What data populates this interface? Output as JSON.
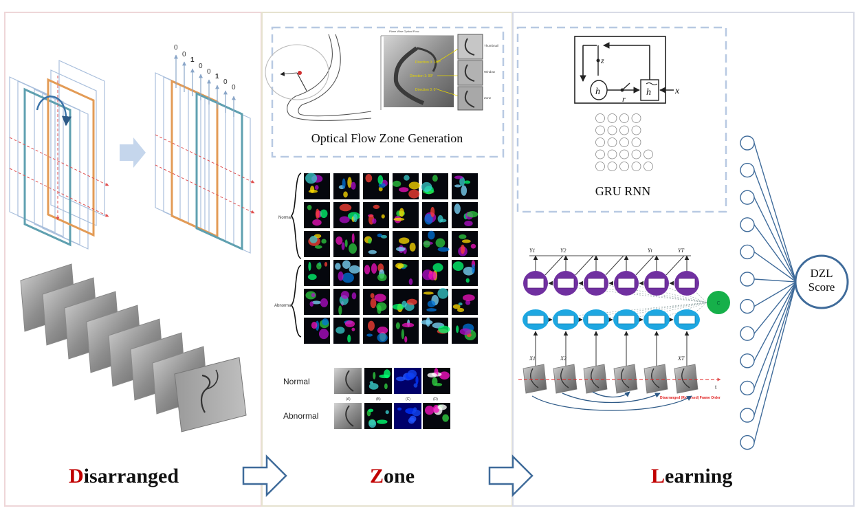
{
  "panels": {
    "disarranged": {
      "initial": "D",
      "rest": "isarranged"
    },
    "zone": {
      "initial": "Z",
      "rest": "one"
    },
    "learning": {
      "initial": "L",
      "rest": "earning"
    }
  },
  "zone": {
    "optical_flow_title": "Optical Flow Zone Generation",
    "optical_flow_chart_title": "Plane Wise Optical Flow",
    "flow_directions": [
      "Direction  0: 180°",
      "Direction  1: 90°",
      "Direction  3: 0°"
    ],
    "flow_patch_labels": [
      "Thumbnail",
      "Window",
      "Zone"
    ],
    "grid_labels": [
      "Normal",
      "Abnormal"
    ],
    "comparison_rows": [
      "Normal",
      "Abnormal"
    ],
    "comparison_cols": [
      "(A)",
      "(B)",
      "(C)",
      "(D)"
    ]
  },
  "disarranged": {
    "order_digits": [
      "0",
      "0",
      "1",
      "0",
      "0",
      "1",
      "0",
      "0"
    ]
  },
  "learning": {
    "gru_title": "GRU RNN",
    "gru_symbols": {
      "z": "z",
      "h": "h",
      "r": "r",
      "h_tilde": "h",
      "x": "x"
    },
    "y_labels": [
      "Y1",
      "Y2",
      "Yt",
      "YT"
    ],
    "x_labels": [
      "X1",
      "X2",
      "XT"
    ],
    "axis_t": "t",
    "frame_order_note": "Disarranged (Reversed) Frame Order",
    "context_node": "C",
    "output_label_line1": "DZL",
    "output_label_line2": "Score"
  },
  "colors": {
    "red_initial": "#c00000",
    "gru_purple": "#7030a0",
    "cyan": "#1ea7e1",
    "green": "#16b04a",
    "steel_blue": "#3f6b9a",
    "pink_border": "#eed6d8"
  }
}
